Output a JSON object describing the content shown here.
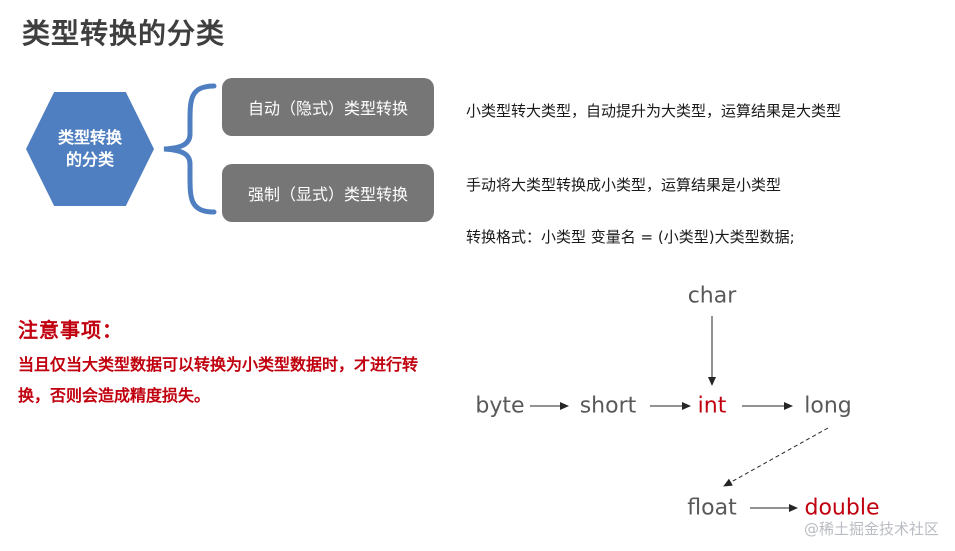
{
  "title": "类型转换的分类",
  "hexagon": {
    "line1": "类型转换",
    "line2": "的分类"
  },
  "conversions": [
    {
      "label": "自动（隐式）类型转换"
    },
    {
      "label": "强制（显式）类型转换"
    }
  ],
  "descriptions": {
    "auto": "小类型转大类型，自动提升为大类型，运算结果是大类型",
    "manual": "手动将大类型转换成小类型，运算结果是小类型",
    "format": "转换格式：小类型 变量名 = (小类型)大类型数据;"
  },
  "notice": {
    "title": "注意事项：",
    "text": "当且仅当大类型数据可以转换为小类型数据时，才进行转换，否则会造成精度损失。"
  },
  "type_flow": {
    "nodes": [
      "byte",
      "short",
      "int",
      "long",
      "char",
      "float",
      "double"
    ],
    "highlighted": [
      "int",
      "double"
    ],
    "edges": [
      {
        "from": "byte",
        "to": "short",
        "style": "solid"
      },
      {
        "from": "short",
        "to": "int",
        "style": "solid"
      },
      {
        "from": "int",
        "to": "long",
        "style": "solid"
      },
      {
        "from": "char",
        "to": "int",
        "style": "solid"
      },
      {
        "from": "long",
        "to": "float",
        "style": "dashed"
      },
      {
        "from": "float",
        "to": "double",
        "style": "solid"
      }
    ]
  },
  "watermark": "@稀土掘金技术社区",
  "colors": {
    "hexagon": "#4f7fc0",
    "brace": "#4f7fc0",
    "pill": "#767676",
    "notice": "#c0000e",
    "highlight": "#c0000e",
    "node_text": "#595959"
  }
}
